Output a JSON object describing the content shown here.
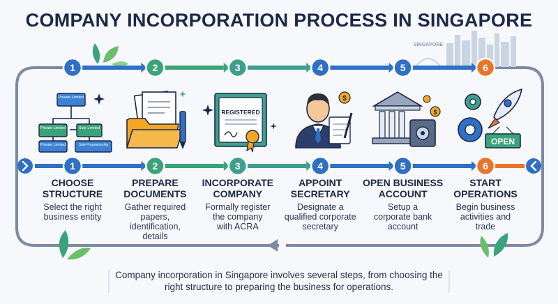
{
  "title": "COMPANY INCORPORATION PROCESS IN SINGAPORE",
  "skyline_label": "SINGAPORE",
  "steps": [
    {
      "number": "1",
      "title": "CHOOSE STRUCTURE",
      "title_lines": [
        "CHOOSE",
        "STRUCTURE"
      ],
      "desc_lines": [
        "Select the right",
        "business entity"
      ],
      "color": "#2f6fc4",
      "org_boxes": [
        "Private Limited",
        "Private Limited",
        "Sole Limited",
        "Private Limited",
        "Sole Proprietorship"
      ]
    },
    {
      "number": "2",
      "title": "PREPARE DOCUMENTS",
      "title_lines": [
        "PREPARE",
        "DOCUMENTS"
      ],
      "desc_lines": [
        "Gather required",
        "papers,",
        "identification,",
        "details"
      ],
      "color": "#3aa37a"
    },
    {
      "number": "3",
      "title": "INCORPORATE COMPANY",
      "title_lines": [
        "INCORPORATE",
        "COMPANY"
      ],
      "desc_lines": [
        "Formally register",
        "the company",
        "with ACRA"
      ],
      "color": "#3f9f8f",
      "certificate_label": "REGISTERED"
    },
    {
      "number": "4",
      "title": "APPOINT SECRETARY",
      "title_lines": [
        "APPOINT",
        "SECRETARY"
      ],
      "desc_lines": [
        "Designate a",
        "qualified corporate",
        "secretary"
      ],
      "color": "#2f6fc4"
    },
    {
      "number": "5",
      "title": "OPEN BUSINESS ACCOUNT",
      "title_lines": [
        "OPEN BUSINESS",
        "ACCOUNT"
      ],
      "desc_lines": [
        "Setup a",
        "corporate bank",
        "account"
      ],
      "color": "#2f6fc4"
    },
    {
      "number": "6",
      "title": "START OPERATIONS",
      "title_lines": [
        "START",
        "OPERATIONS"
      ],
      "desc_lines": [
        "Begin business",
        "activities and",
        "trade"
      ],
      "color": "#e8752a",
      "sign_label": "OPEN"
    }
  ],
  "footer_lines": [
    "Company incorporation in Singapore involves several steps, from choosing the",
    "right structure to preparing the business for operations."
  ],
  "colors": {
    "navy": "#1c2847",
    "blue": "#2f6fc4",
    "green": "#3aa37a",
    "teal": "#3f9f8f",
    "orange": "#e8752a",
    "frame": "#7d8aa3"
  }
}
